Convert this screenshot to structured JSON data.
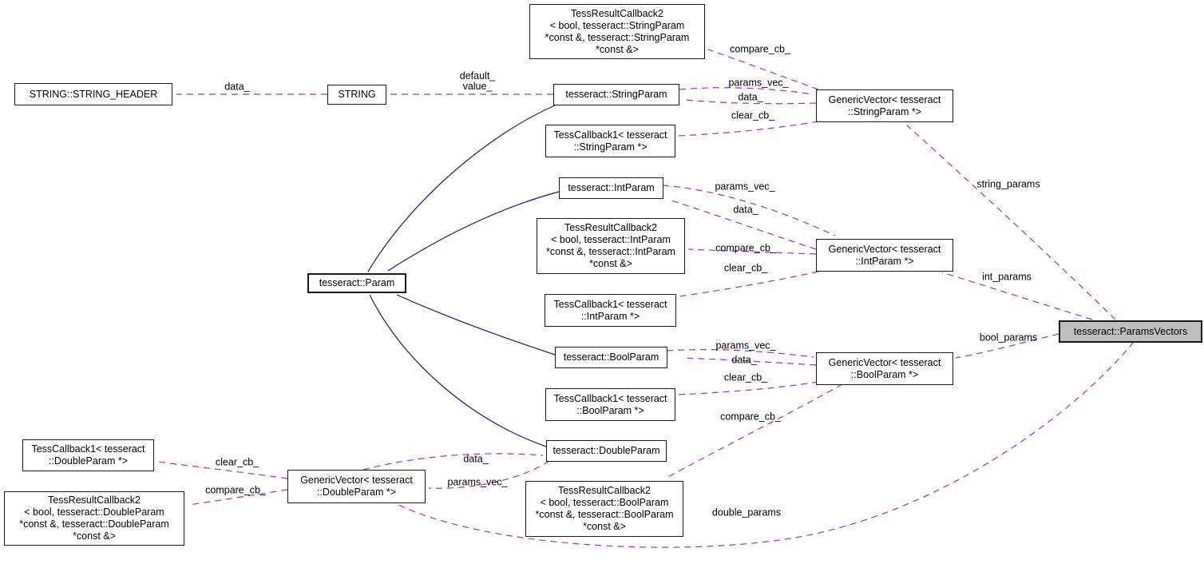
{
  "diagram": {
    "type": "collaboration-graph",
    "colors": {
      "edge_ref": "#9a32cd",
      "edge_inherit": "#191970",
      "node_fill": "#ffffff",
      "node_border": "#1a1a1a",
      "highlight_fill": "#bfbfbf"
    },
    "nodes": {
      "trc2_string": {
        "lines": [
          "TessResultCallback2",
          "< bool, tesseract::StringParam",
          "*const &, tesseract::StringParam",
          "*const &>"
        ]
      },
      "string_header": {
        "lines": [
          "STRING::STRING_HEADER"
        ]
      },
      "string": {
        "lines": [
          "STRING"
        ]
      },
      "string_param": {
        "lines": [
          "tesseract::StringParam"
        ]
      },
      "tcb1_string": {
        "lines": [
          "TessCallback1< tesseract",
          "::StringParam *>"
        ]
      },
      "gv_string": {
        "lines": [
          "GenericVector< tesseract",
          "::StringParam *>"
        ]
      },
      "int_param": {
        "lines": [
          "tesseract::IntParam"
        ]
      },
      "trc2_int": {
        "lines": [
          "TessResultCallback2",
          "< bool, tesseract::IntParam",
          "*const &, tesseract::IntParam",
          "*const &>"
        ]
      },
      "gv_int": {
        "lines": [
          "GenericVector< tesseract",
          "::IntParam *>"
        ]
      },
      "tcb1_int": {
        "lines": [
          "TessCallback1< tesseract",
          "::IntParam *>"
        ]
      },
      "param": {
        "lines": [
          "tesseract::Param"
        ]
      },
      "bool_param": {
        "lines": [
          "tesseract::BoolParam"
        ]
      },
      "gv_bool": {
        "lines": [
          "GenericVector< tesseract",
          "::BoolParam *>"
        ]
      },
      "tcb1_bool": {
        "lines": [
          "TessCallback1< tesseract",
          "::BoolParam *>"
        ]
      },
      "double_param": {
        "lines": [
          "tesseract::DoubleParam"
        ]
      },
      "trc2_bool": {
        "lines": [
          "TessResultCallback2",
          "< bool, tesseract::BoolParam",
          "*const &, tesseract::BoolParam",
          "*const &>"
        ]
      },
      "tcb1_double": {
        "lines": [
          "TessCallback1< tesseract",
          "::DoubleParam *>"
        ]
      },
      "gv_double": {
        "lines": [
          "GenericVector< tesseract",
          "::DoubleParam *>"
        ]
      },
      "trc2_double": {
        "lines": [
          "TessResultCallback2",
          "< bool, tesseract::DoubleParam",
          "*const &, tesseract::DoubleParam",
          "*const &>"
        ]
      },
      "params_vectors": {
        "lines": [
          "tesseract::ParamsVectors"
        ]
      }
    },
    "edge_labels": {
      "data_string_hdr": "data_",
      "default_value": [
        "default_",
        "value_"
      ],
      "compare_cb_string": "compare_cb_",
      "params_vec_string": "params_vec_",
      "data_string": "data_",
      "clear_cb_string": "clear_cb_",
      "string_params": "string_params",
      "params_vec_int": "params_vec_",
      "data_int": "data_",
      "compare_cb_int": "compare_cb_",
      "clear_cb_int": "clear_cb_",
      "int_params": "int_params",
      "params_vec_bool": "params_vec_",
      "data_bool": "data_",
      "clear_cb_bool": "clear_cb_",
      "compare_cb_bool": "compare_cb_",
      "bool_params": "bool_params",
      "double_params": "double_params",
      "data_double": "data_",
      "params_vec_double": "params_vec_",
      "clear_cb_double": "clear_cb_",
      "compare_cb_double": "compare_cb_"
    }
  }
}
